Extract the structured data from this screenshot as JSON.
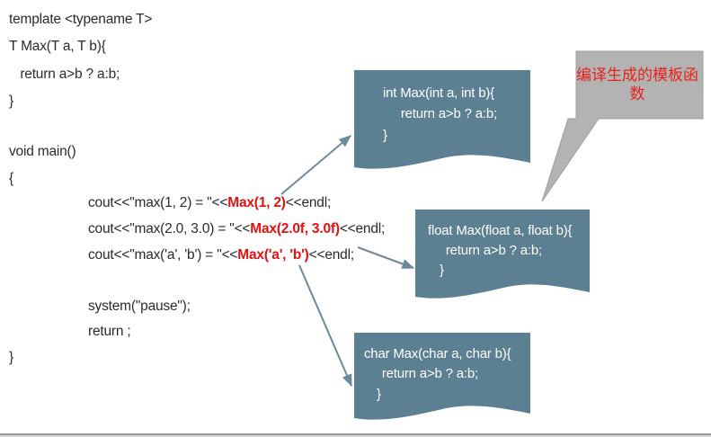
{
  "template_code": {
    "line1": "template <typename T>",
    "line2": "T Max(T a, T b){",
    "line3": "   return a>b ? a:b;",
    "line4": "}"
  },
  "main_code": {
    "signature": "void main()",
    "open_brace": "{",
    "call1": {
      "prefix": "cout<<\"max(1, 2) = \"<<",
      "highlight": "Max(1, 2)",
      "suffix": "<<endl;"
    },
    "call2": {
      "prefix": "cout<<\"max(2.0, 3.0) = \"<<",
      "highlight": "Max(2.0f, 3.0f)",
      "suffix": "<<endl;"
    },
    "call3": {
      "prefix": "cout<<\"max('a', 'b') = \"<<",
      "highlight": "Max('a', 'b')",
      "suffix": "<<endl;"
    },
    "system_call": "system(\"pause\");",
    "return_stmt": "return ;",
    "close_brace": "}"
  },
  "generated": {
    "int_fn": {
      "line1": "int Max(int a, int b){",
      "line2": "     return a>b ? a:b;",
      "line3": "}"
    },
    "float_fn": {
      "line1": "float Max(float a, float b){",
      "line2": "     return a>b ? a:b;",
      "line3": "}"
    },
    "char_fn": {
      "line1": "char Max(char a, char b){",
      "line2": "     return a>b ? a:b;",
      "line3": "}"
    }
  },
  "callout": {
    "text": "编译生成的模板函数"
  },
  "colors": {
    "note_fill": "#5c7f91",
    "arrow": "#6b8a9b",
    "callout_fill": "#b3b3b3",
    "highlight": "#e21212",
    "callout_text": "#e8211a"
  }
}
